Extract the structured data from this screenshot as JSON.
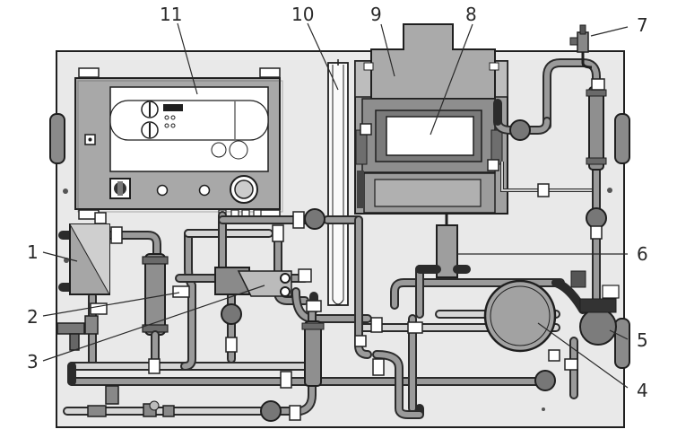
{
  "callouts": [
    {
      "id": "c1",
      "label": "1"
    },
    {
      "id": "c2",
      "label": "2"
    },
    {
      "id": "c3",
      "label": "3"
    },
    {
      "id": "c4",
      "label": "4"
    },
    {
      "id": "c5",
      "label": "5"
    },
    {
      "id": "c6",
      "label": "6"
    },
    {
      "id": "c7",
      "label": "7"
    },
    {
      "id": "c8",
      "label": "8"
    },
    {
      "id": "c9",
      "label": "9"
    },
    {
      "id": "c10",
      "label": "10"
    },
    {
      "id": "c11",
      "label": "11"
    }
  ],
  "colors": {
    "panel": "#e9e9e9",
    "outline": "#1f1f1f",
    "component": "#a4a4a4",
    "pipe": "#8e8e8e",
    "window": "#d8d8d8"
  },
  "icons": [
    "control-box-icon",
    "display-panel-icon",
    "rotary-switch-icon",
    "pressure-gauge-icon",
    "clip-icon",
    "expansion-vessel-icon"
  ]
}
